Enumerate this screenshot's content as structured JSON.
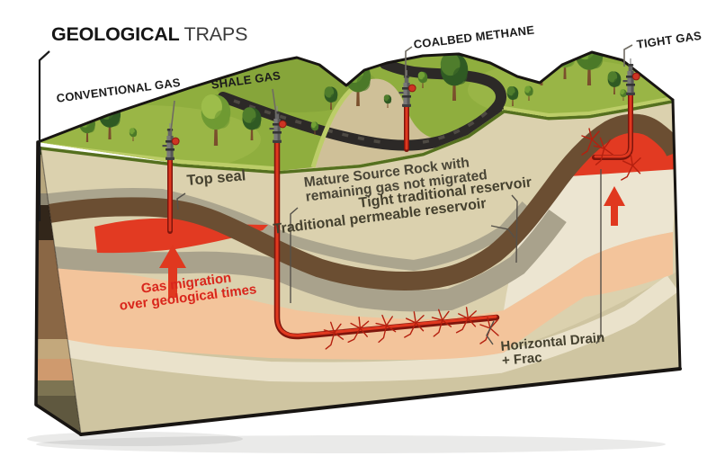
{
  "title": {
    "bold": "GEOLOGICAL",
    "light": "TRAPS"
  },
  "well_labels": {
    "conventional": "CONVENTIONAL GAS",
    "shale": "SHALE GAS",
    "coalbed": "COALBED METHANE",
    "tight": "TIGHT GAS"
  },
  "annotations": {
    "top_seal": "Top seal",
    "mature_source_rock": {
      "line1": "Mature Source Rock with",
      "line2": "remaining gas not migrated"
    },
    "tight_traditional_reservoir": "Tight traditional reservoir",
    "traditional_permeable_reservoir": "Traditional permeable reservoir",
    "gas_migration": {
      "line1": "Gas migration",
      "line2": "over geological times"
    },
    "horizontal_drain": {
      "line1": "Horizontal Drain",
      "line2": "+ Frac"
    }
  },
  "colors": {
    "reservoir_red": "#e23a22",
    "seal_brown": "#6b4e32",
    "grass_green": "#8fae3e",
    "coal_dark": "#2c2927",
    "source_rock_salmon": "#f3c49b",
    "face_beige": "#dbd1ae",
    "annotation_text": "#45412f",
    "migration_text_red": "#d9261c"
  }
}
